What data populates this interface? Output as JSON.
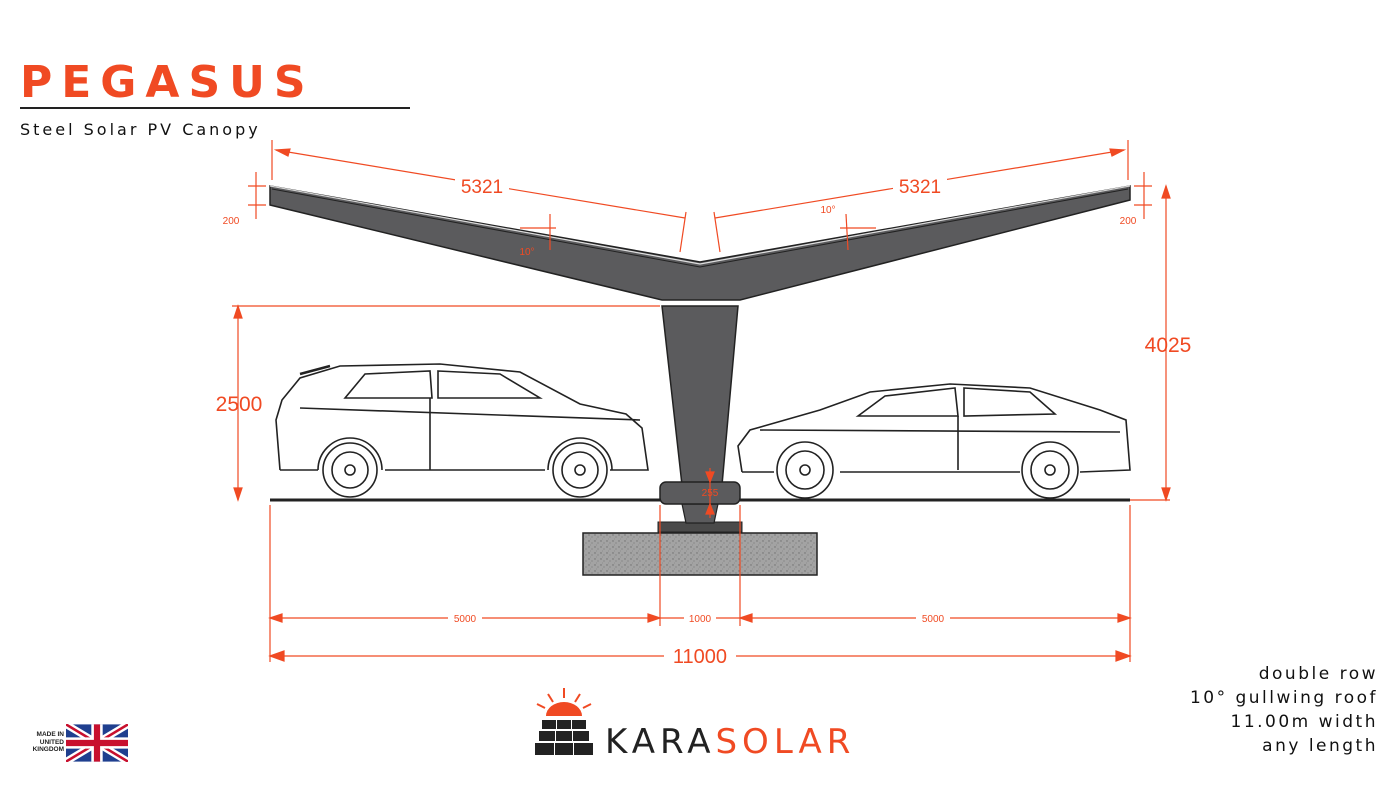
{
  "header": {
    "title": "PEGASUS",
    "subtitle": "Steel Solar PV Canopy"
  },
  "dimensions": {
    "roof_left_length": "5321",
    "roof_right_length": "5321",
    "roof_left_thickness": "200",
    "roof_right_thickness": "200",
    "roof_left_angle": "10°",
    "roof_right_angle": "10°",
    "clear_height": "2500",
    "total_height": "4025",
    "base_plate": "255",
    "left_bay": "5000",
    "column_width": "1000",
    "right_bay": "5000",
    "total_width": "11000"
  },
  "notes": {
    "line1": "double row",
    "line2": "10° gullwing roof",
    "line3": "11.00m width",
    "line4": "any length"
  },
  "footer": {
    "made_in": [
      "MADE IN",
      "UNITED",
      "KINGDOM"
    ],
    "logo_kara": "KARA",
    "logo_solar": "SOLAR"
  },
  "colors": {
    "accent": "#f04a23",
    "steel": "#5b5b5d",
    "ink": "#222222",
    "concrete": "#9a9a9a"
  }
}
